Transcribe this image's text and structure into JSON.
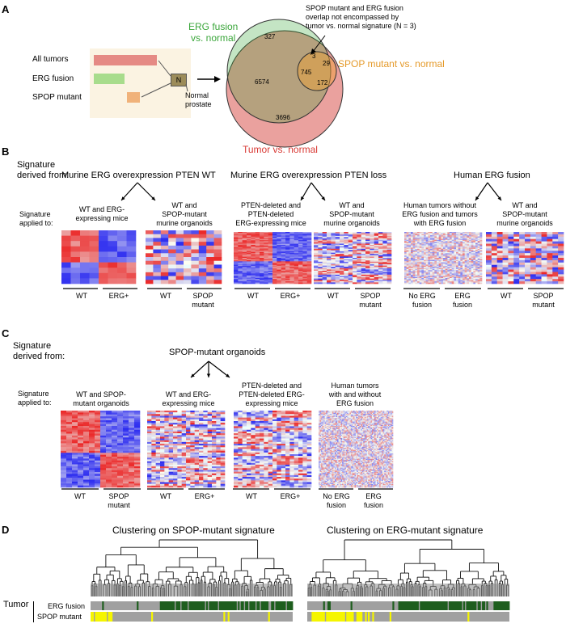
{
  "panels": {
    "a": "A",
    "b": "B",
    "c": "C",
    "d": "D"
  },
  "panel_a": {
    "bar_labels": [
      "All tumors",
      "ERG fusion",
      "SPOP mutant"
    ],
    "normal_box": "N",
    "normal_label_1": "Normal",
    "normal_label_2": "prostate",
    "venn": {
      "erg_label_1": "ERG fusion",
      "erg_label_2": "vs. normal",
      "spop_label": "SPOP mutant vs. normal",
      "tumor_label": "Tumor vs. normal",
      "overlap_note_1": "SPOP mutant and ERG fusion",
      "overlap_note_2": "overlap not encompassed by",
      "overlap_note_3": "tumor vs. normal signature (N = 3)",
      "counts": {
        "erg_only": "327",
        "spop_only": "29",
        "tumor_only": "3696",
        "tumor_erg": "6574",
        "all_three": "745",
        "tumor_spop": "172",
        "erg_spop": "3"
      }
    },
    "colors": {
      "tumor": "#d9534f",
      "erg": "#2ca02c",
      "spop": "#f0a030"
    }
  },
  "panel_b": {
    "derived_label": "Signature\nderived from:",
    "applied_label": "Signature\napplied to:",
    "groups": [
      {
        "source": "Murine ERG overexpression PTEN WT",
        "heatmaps": [
          {
            "title": "WT and ERG-\nexpressing mice",
            "groups": [
              "WT",
              "ERG+"
            ]
          },
          {
            "title": "WT and\nSPOP-mutant\nmurine organoids",
            "groups": [
              "WT",
              "SPOP\nmutant"
            ]
          }
        ]
      },
      {
        "source": "Murine ERG overexpression PTEN loss",
        "heatmaps": [
          {
            "title": "PTEN-deleted and\nPTEN-deleted\nERG-expressing mice",
            "groups": [
              "WT",
              "ERG+"
            ]
          },
          {
            "title": "WT and\nSPOP-mutant\nmurine organoids",
            "groups": [
              "WT",
              "SPOP\nmutant"
            ]
          }
        ]
      },
      {
        "source": "Human ERG fusion",
        "heatmaps": [
          {
            "title": "Human tumors without\nERG fusion and tumors\nwith ERG fusion",
            "groups": [
              "No ERG\nfusion",
              "ERG\nfusion"
            ]
          },
          {
            "title": "WT and\nSPOP-mutant\nmurine organoids",
            "groups": [
              "WT",
              "SPOP\nmutant"
            ]
          }
        ]
      }
    ]
  },
  "panel_c": {
    "derived_label": "Signature\nderived from:",
    "applied_label": "Signature\napplied to:",
    "source": "SPOP-mutant organoids",
    "heatmaps": [
      {
        "title": "WT and SPOP-\nmutant organoids",
        "groups": [
          "WT",
          "SPOP\nmutant"
        ]
      },
      {
        "title": "WT and ERG-\nexpressing mice",
        "groups": [
          "WT",
          "ERG+"
        ]
      },
      {
        "title": "PTEN-deleted and\nPTEN-deleted ERG-\nexpressing mice",
        "groups": [
          "WT",
          "ERG+"
        ]
      },
      {
        "title": "Human tumors\nwith and without\nERG fusion",
        "groups": [
          "No ERG\nfusion",
          "ERG\nfusion"
        ]
      }
    ]
  },
  "panel_d": {
    "left_title": "Clustering on SPOP-mutant signature",
    "right_title": "Clustering on ERG-mutant signature",
    "tumor_label": "Tumor",
    "track_labels": [
      "ERG fusion",
      "SPOP mutant"
    ],
    "colors": {
      "erg": "#1e5e1e",
      "spop": "#f5f500",
      "base": "#a0a0a0"
    }
  }
}
